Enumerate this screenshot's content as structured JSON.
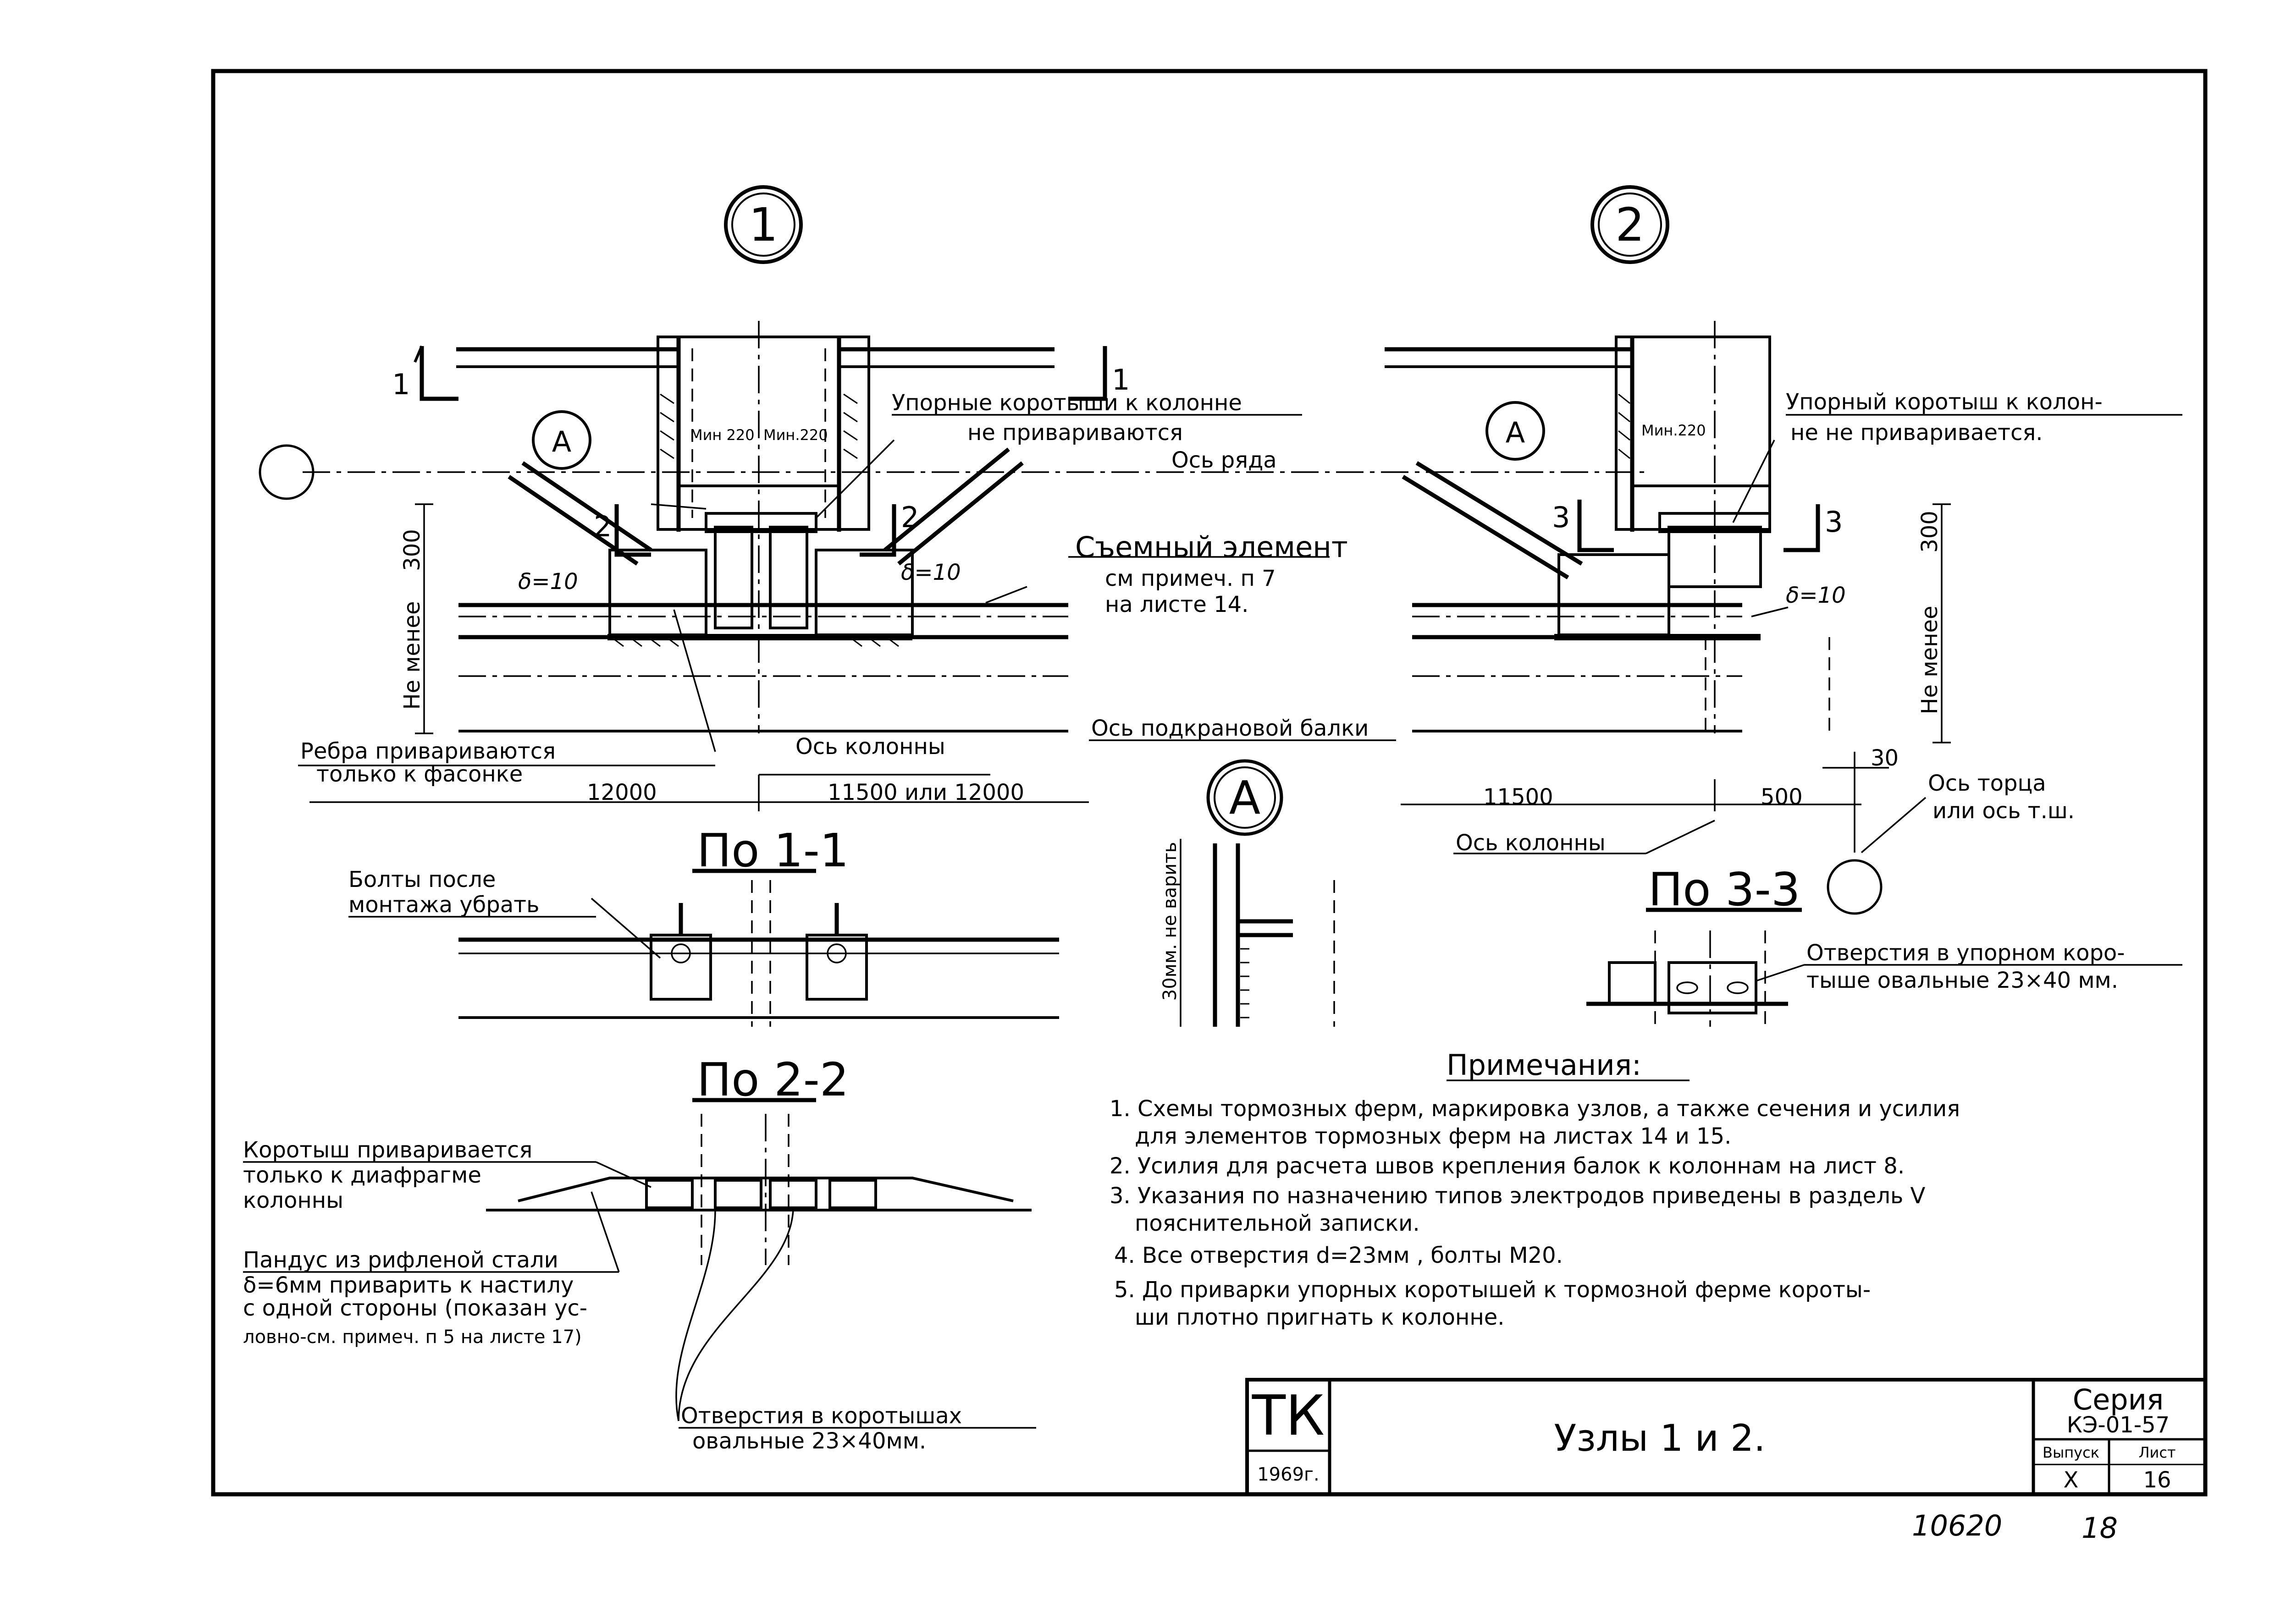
{
  "nodes": {
    "node1": {
      "marker": "1"
    },
    "node2": {
      "marker": "2"
    }
  },
  "labels": {
    "cut_1": "1",
    "cut_2": "2",
    "cut_3": "3",
    "detail_a": "A",
    "stoppers_not_welded_l1": "Упорные коротыши к колонне",
    "stoppers_not_welded_l2": "не привариваются",
    "stopper_not_welded_l1": "Упорный коротыш к колон-",
    "stopper_not_welded_l2": "не не приваривается.",
    "row_axis": "Ось ряда",
    "min220_a": "Мин 220",
    "min220_b": "Мин.220",
    "min220_c": "Мин.220",
    "removable_l1": "Съемный элемент",
    "removable_l2": "см примеч. п 7",
    "removable_l3": "на листе 14.",
    "delta10_a": "δ=10",
    "delta10_b": "δ=10",
    "delta10_c": "δ=10",
    "dim_300_left": "300",
    "dim_300_right": "300",
    "not_less_left": "Не менее",
    "not_less_right": "Не менее",
    "ribs_l1": "Ребра привариваются",
    "ribs_l2": "только к фасонке",
    "column_axis_1": "Ось колонны",
    "crane_beam_axis": "Ось подкрановой балки",
    "dim_12000": "12000",
    "dim_11500_or_12000": "11500 или 12000",
    "dim_11500": "11500",
    "dim_500": "500",
    "dim_30": "30",
    "end_axis_l1": "Ось торца",
    "end_axis_l2": "или ось т.ш.",
    "column_axis_2": "Ось колонны",
    "no_weld_30": "30мм. не варить",
    "section_1_1": "По 1-1",
    "section_2_2": "По 2-2",
    "section_3_3": "По 3-3",
    "bolts_l1": "Болты после",
    "bolts_l2": "монтажа убрать",
    "holes_stopper_l1": "Отверстия в упорном коро-",
    "holes_stopper_l2": "тыше овальные 23×40 мм.",
    "stopper_diaphragm_l1": "Коротыш приваривается",
    "stopper_diaphragm_l2": "только к диафрагме",
    "stopper_diaphragm_l3": "колонны",
    "ramp_l1": "Пандус из рифленой стали",
    "ramp_l2": "δ=6мм приварить к настилу",
    "ramp_l3": "с одной стороны (показан ус-",
    "ramp_l4": "ловно-см. примеч. п 5 на листе 17)",
    "holes_shorts_l1": "Отверстия в коротышах",
    "holes_shorts_l2": "овальные 23×40мм."
  },
  "notes": {
    "title": "Примечания:",
    "lines": [
      "1. Схемы тормозных ферм, маркировка узлов, а также сечения и усилия",
      "для элементов тормозных ферм на листах 14 и 15.",
      "2. Усилия для расчета швов крепления балок к колоннам на лист 8.",
      "3. Указания по назначению типов электродов приведены в раздель V",
      "пояснительной записки.",
      "4. Все отверстия d=23мм , болты М20.",
      "5. До приварки упорных коротышей к тормозной ферме короты-",
      "ши плотно пригнать к колонне."
    ]
  },
  "title_block": {
    "org": "ТК",
    "year": "1969г.",
    "title": "Узлы 1 и 2.",
    "series_label": "Серия",
    "series_code": "КЭ-01-57",
    "issue_label": "Выпуск",
    "issue_value": "X",
    "sheet_label": "Лист",
    "sheet_value": "16"
  },
  "margin_notes": {
    "archive_number": "10620",
    "page_number": "18"
  }
}
